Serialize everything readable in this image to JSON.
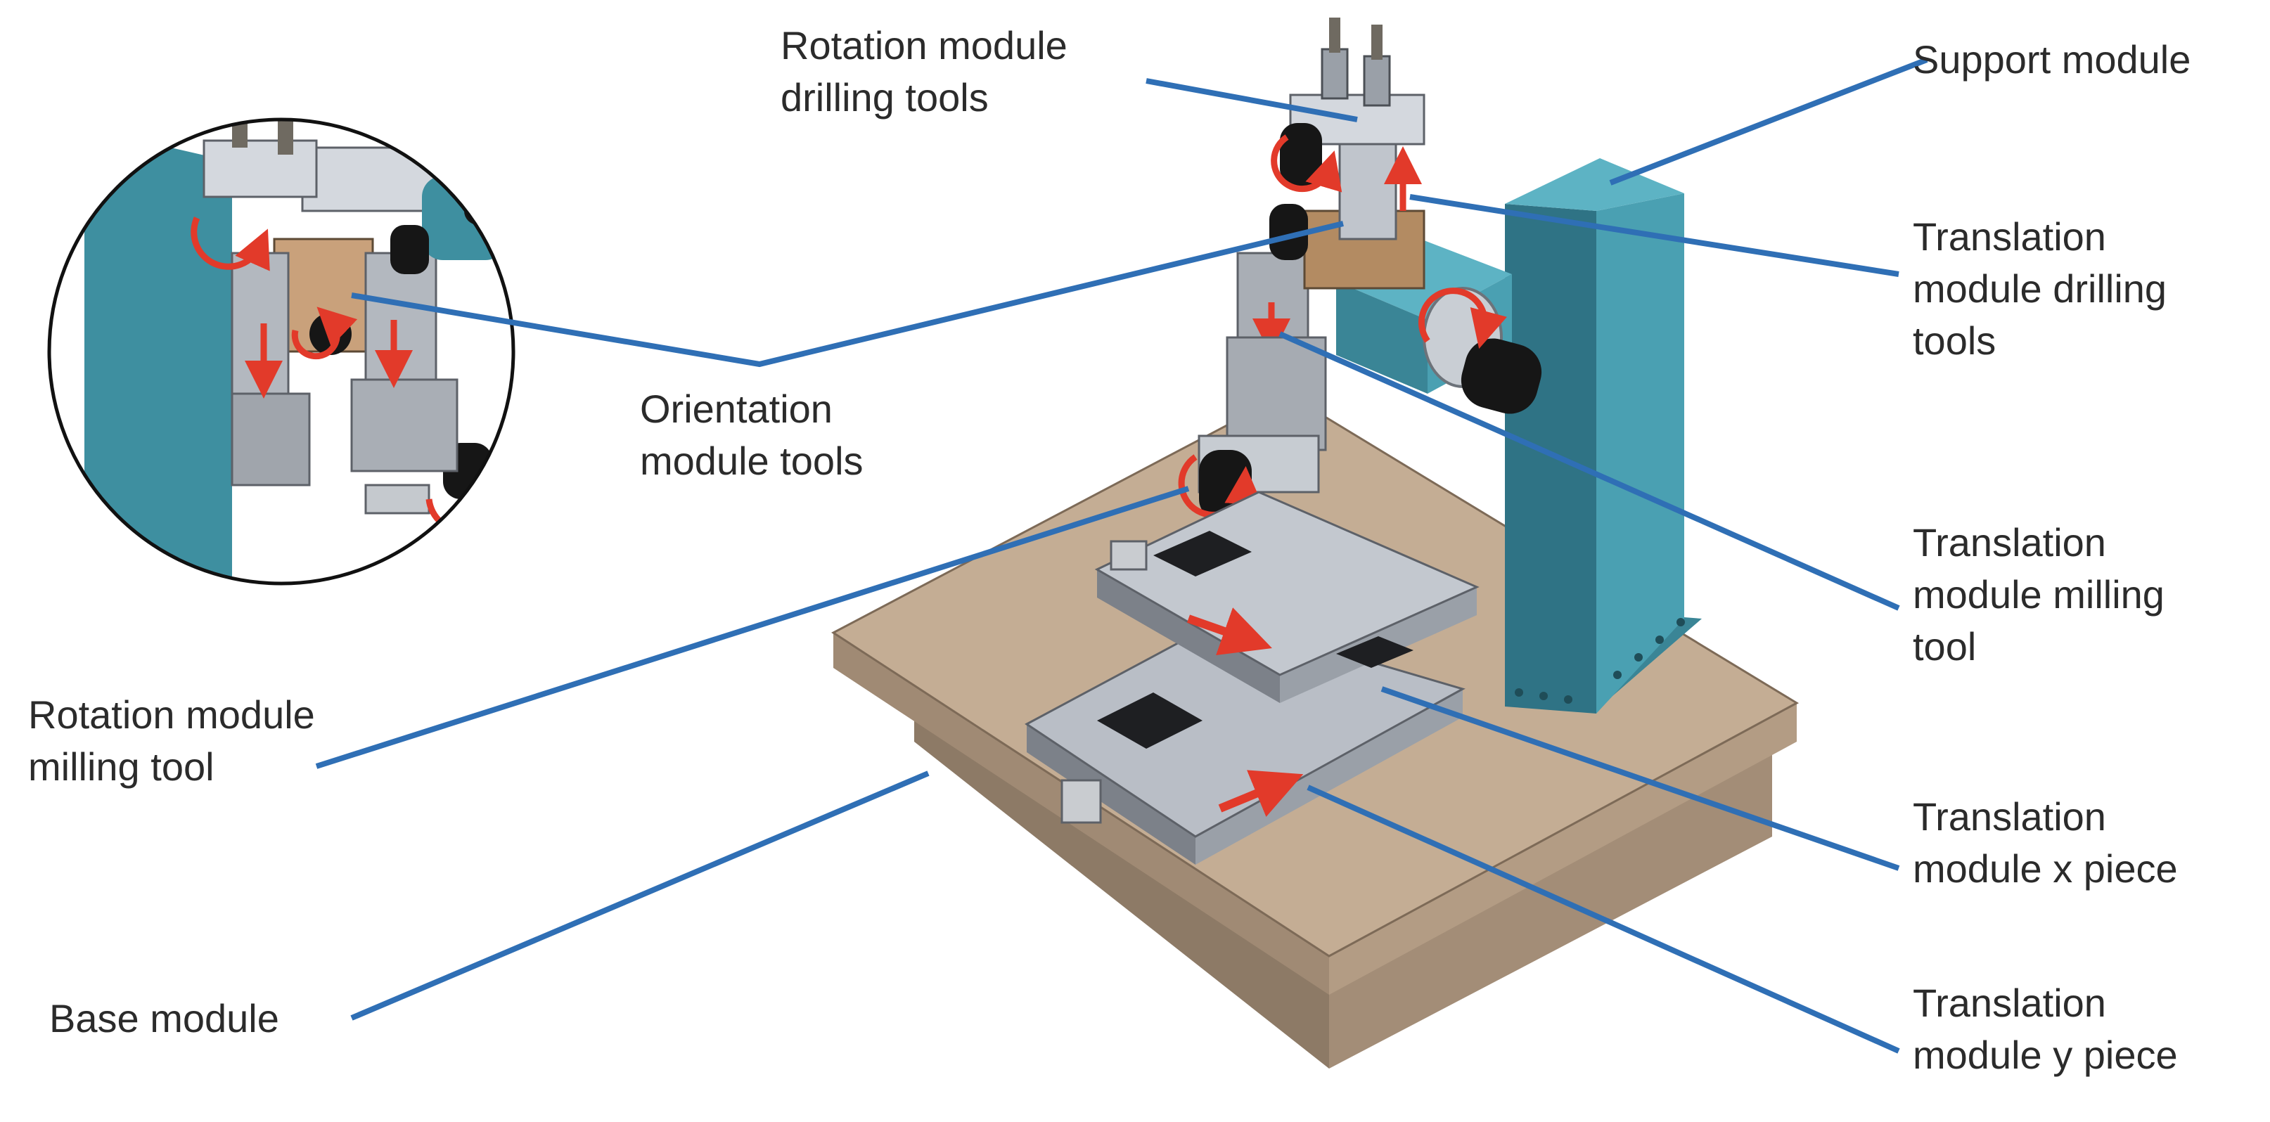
{
  "labels": {
    "rotation_drilling": {
      "line1": "Rotation module",
      "line2": "drilling tools"
    },
    "support": {
      "line1": "Support module"
    },
    "translation_drilling": {
      "line1": "Translation",
      "line2": "module drilling",
      "line3": "tools"
    },
    "orientation": {
      "line1": "Orientation",
      "line2": "module tools"
    },
    "translation_milling": {
      "line1": "Translation",
      "line2": "module milling",
      "line3": "tool"
    },
    "rotation_milling": {
      "line1": "Rotation module",
      "line2": "milling tool"
    },
    "translation_x": {
      "line1": "Translation",
      "line2": "module x piece"
    },
    "translation_y": {
      "line1": "Translation",
      "line2": "module y piece"
    },
    "base": {
      "line1": "Base module"
    }
  },
  "colors": {
    "leader": "#2f6fb5",
    "column": "#3e8fa0",
    "base_top": "#b59d84",
    "base_side": "#8f7c69",
    "steel": "#b9bec6",
    "motion_arrow": "#e23a2a"
  }
}
